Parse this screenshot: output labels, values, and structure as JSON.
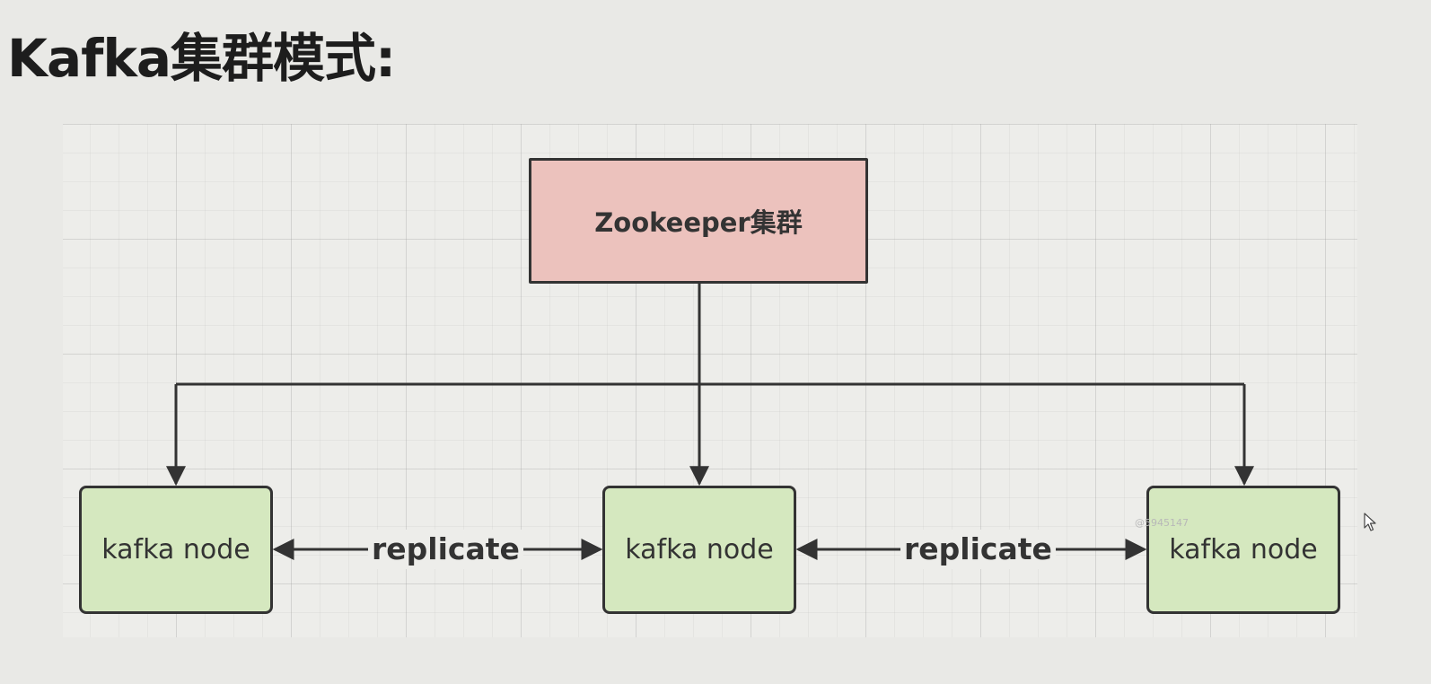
{
  "title": "Kafka集群模式:",
  "diagram": {
    "zookeeper_label": "Zookeeper集群",
    "nodes": [
      {
        "label": "kafka node"
      },
      {
        "label": "kafka node"
      },
      {
        "label": "kafka node"
      }
    ],
    "replicate_labels": [
      "replicate",
      "replicate"
    ],
    "watermark": "@5945147",
    "colors": {
      "zookeeper_fill": "#ecc2bd",
      "node_fill": "#d5e8bf",
      "stroke": "#333333",
      "background": "#e9e9e6"
    }
  }
}
